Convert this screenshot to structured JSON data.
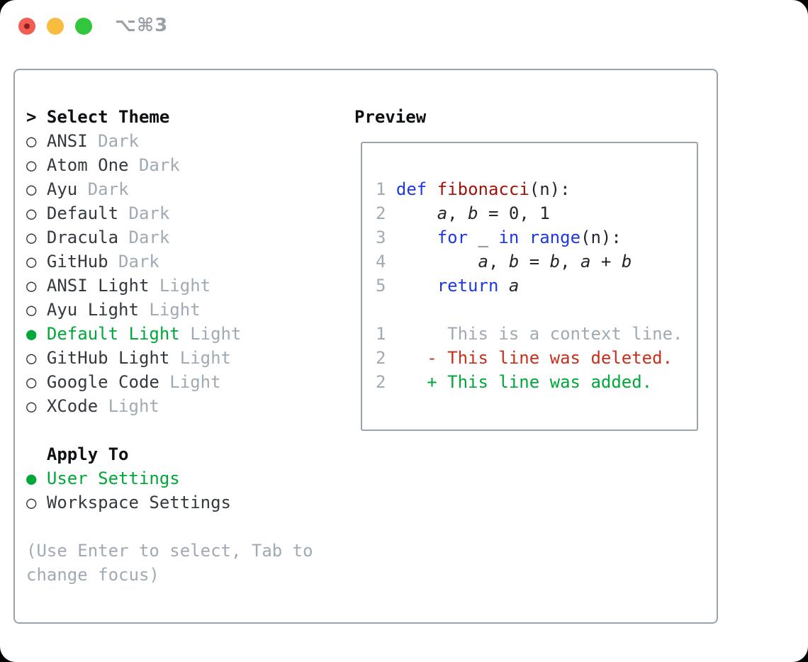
{
  "window": {
    "title": "⌥⌘3"
  },
  "colors": {
    "header": "#0d1013",
    "dark": "#34393f",
    "code": "#23272d",
    "gray": "#a0aab4",
    "green": "#00a83a",
    "red": "#c6301b",
    "blue": "#1e38e3",
    "fn": "#a31208",
    "border": "#9aa2ad",
    "title": "#9aa0a6",
    "tl_red": "#f25d54",
    "tl_red_dot": "#8c201c",
    "tl_yellow": "#f8bd3f",
    "tl_green": "#32c63e"
  },
  "bullets": {
    "selected": "●",
    "unselected": "○"
  },
  "select_theme": {
    "prefix": ">",
    "label": "Select Theme"
  },
  "themes": [
    {
      "name": "ANSI",
      "variant": "Dark",
      "selected": false
    },
    {
      "name": "Atom One",
      "variant": "Dark",
      "selected": false
    },
    {
      "name": "Ayu",
      "variant": "Dark",
      "selected": false
    },
    {
      "name": "Default",
      "variant": "Dark",
      "selected": false
    },
    {
      "name": "Dracula",
      "variant": "Dark",
      "selected": false
    },
    {
      "name": "GitHub",
      "variant": "Dark",
      "selected": false
    },
    {
      "name": "ANSI Light",
      "variant": "Light",
      "selected": false
    },
    {
      "name": "Ayu Light",
      "variant": "Light",
      "selected": false
    },
    {
      "name": "Default Light",
      "variant": "Light",
      "selected": true
    },
    {
      "name": "GitHub Light",
      "variant": "Light",
      "selected": false
    },
    {
      "name": "Google Code",
      "variant": "Light",
      "selected": false
    },
    {
      "name": "XCode",
      "variant": "Light",
      "selected": false
    }
  ],
  "apply_to": {
    "label": "Apply To",
    "options": [
      {
        "name": "User Settings",
        "selected": true
      },
      {
        "name": "Workspace Settings",
        "selected": false
      }
    ]
  },
  "hint_lines": [
    "(Use Enter to select, Tab to",
    "change focus)"
  ],
  "preview": {
    "label": "Preview",
    "lines": [
      {
        "segments": [
          {
            "t": "1 ",
            "c": "num"
          },
          {
            "t": "def",
            "c": "kw"
          },
          {
            "t": " ",
            "c": "plain"
          },
          {
            "t": "fibonacci",
            "c": "fn"
          },
          {
            "t": "(n):",
            "c": "plain"
          }
        ]
      },
      {
        "segments": [
          {
            "t": "2     ",
            "c": "num"
          },
          {
            "t": "a",
            "c": "var"
          },
          {
            "t": ", ",
            "c": "plain"
          },
          {
            "t": "b",
            "c": "var"
          },
          {
            "t": " = 0, 1",
            "c": "plain"
          }
        ]
      },
      {
        "segments": [
          {
            "t": "3     ",
            "c": "num"
          },
          {
            "t": "for",
            "c": "kw"
          },
          {
            "t": " _ ",
            "c": "plain"
          },
          {
            "t": "in",
            "c": "kw"
          },
          {
            "t": " ",
            "c": "plain"
          },
          {
            "t": "range",
            "c": "kw"
          },
          {
            "t": "(n):",
            "c": "plain"
          }
        ]
      },
      {
        "segments": [
          {
            "t": "4         ",
            "c": "num"
          },
          {
            "t": "a",
            "c": "var"
          },
          {
            "t": ", ",
            "c": "plain"
          },
          {
            "t": "b",
            "c": "var"
          },
          {
            "t": " = ",
            "c": "plain"
          },
          {
            "t": "b",
            "c": "var"
          },
          {
            "t": ", ",
            "c": "plain"
          },
          {
            "t": "a",
            "c": "var"
          },
          {
            "t": " + ",
            "c": "plain"
          },
          {
            "t": "b",
            "c": "var"
          }
        ]
      },
      {
        "segments": [
          {
            "t": "5     ",
            "c": "num"
          },
          {
            "t": "return",
            "c": "kw"
          },
          {
            "t": " ",
            "c": "plain"
          },
          {
            "t": "a",
            "c": "var"
          }
        ]
      },
      {
        "segments": []
      },
      {
        "segments": [
          {
            "t": "1      ",
            "c": "num"
          },
          {
            "t": "This is a context line.",
            "c": "ctx"
          }
        ]
      },
      {
        "segments": [
          {
            "t": "2    ",
            "c": "num"
          },
          {
            "t": "- This line was deleted.",
            "c": "del"
          }
        ]
      },
      {
        "segments": [
          {
            "t": "2    ",
            "c": "num"
          },
          {
            "t": "+ This line was added.",
            "c": "add"
          }
        ]
      }
    ]
  }
}
